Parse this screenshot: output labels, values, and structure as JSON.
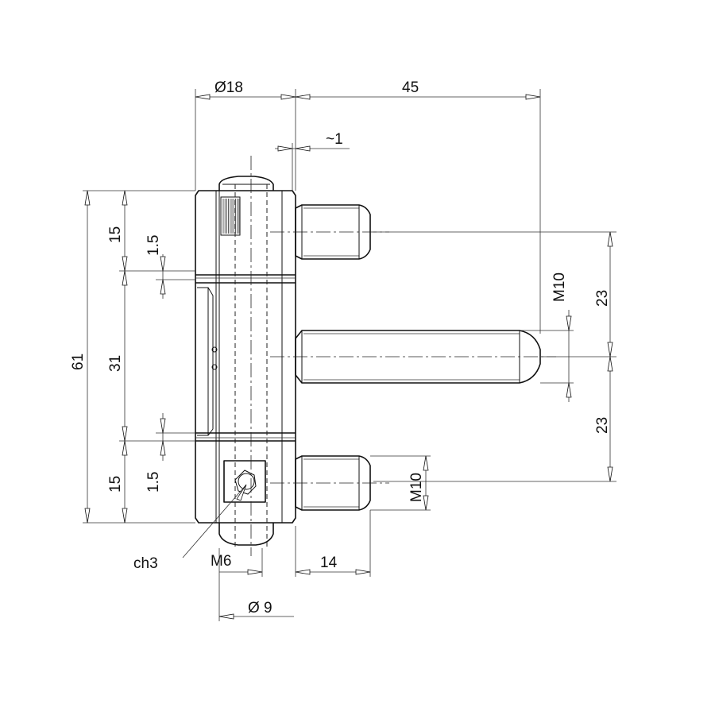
{
  "dimensions": {
    "d18": "Ø18",
    "d45": "45",
    "d1": "~1",
    "d61": "61",
    "d15_top": "15",
    "d15_bottom": "15",
    "d31": "31",
    "d1_5_top": "1.5",
    "d1_5_bottom": "1.5",
    "m10_mid": "M10",
    "m10_low": "M10",
    "d23_top": "23",
    "d23_bottom": "23",
    "ch3": "ch3",
    "m6": "M6",
    "d14": "14",
    "d9": "Ø 9"
  }
}
